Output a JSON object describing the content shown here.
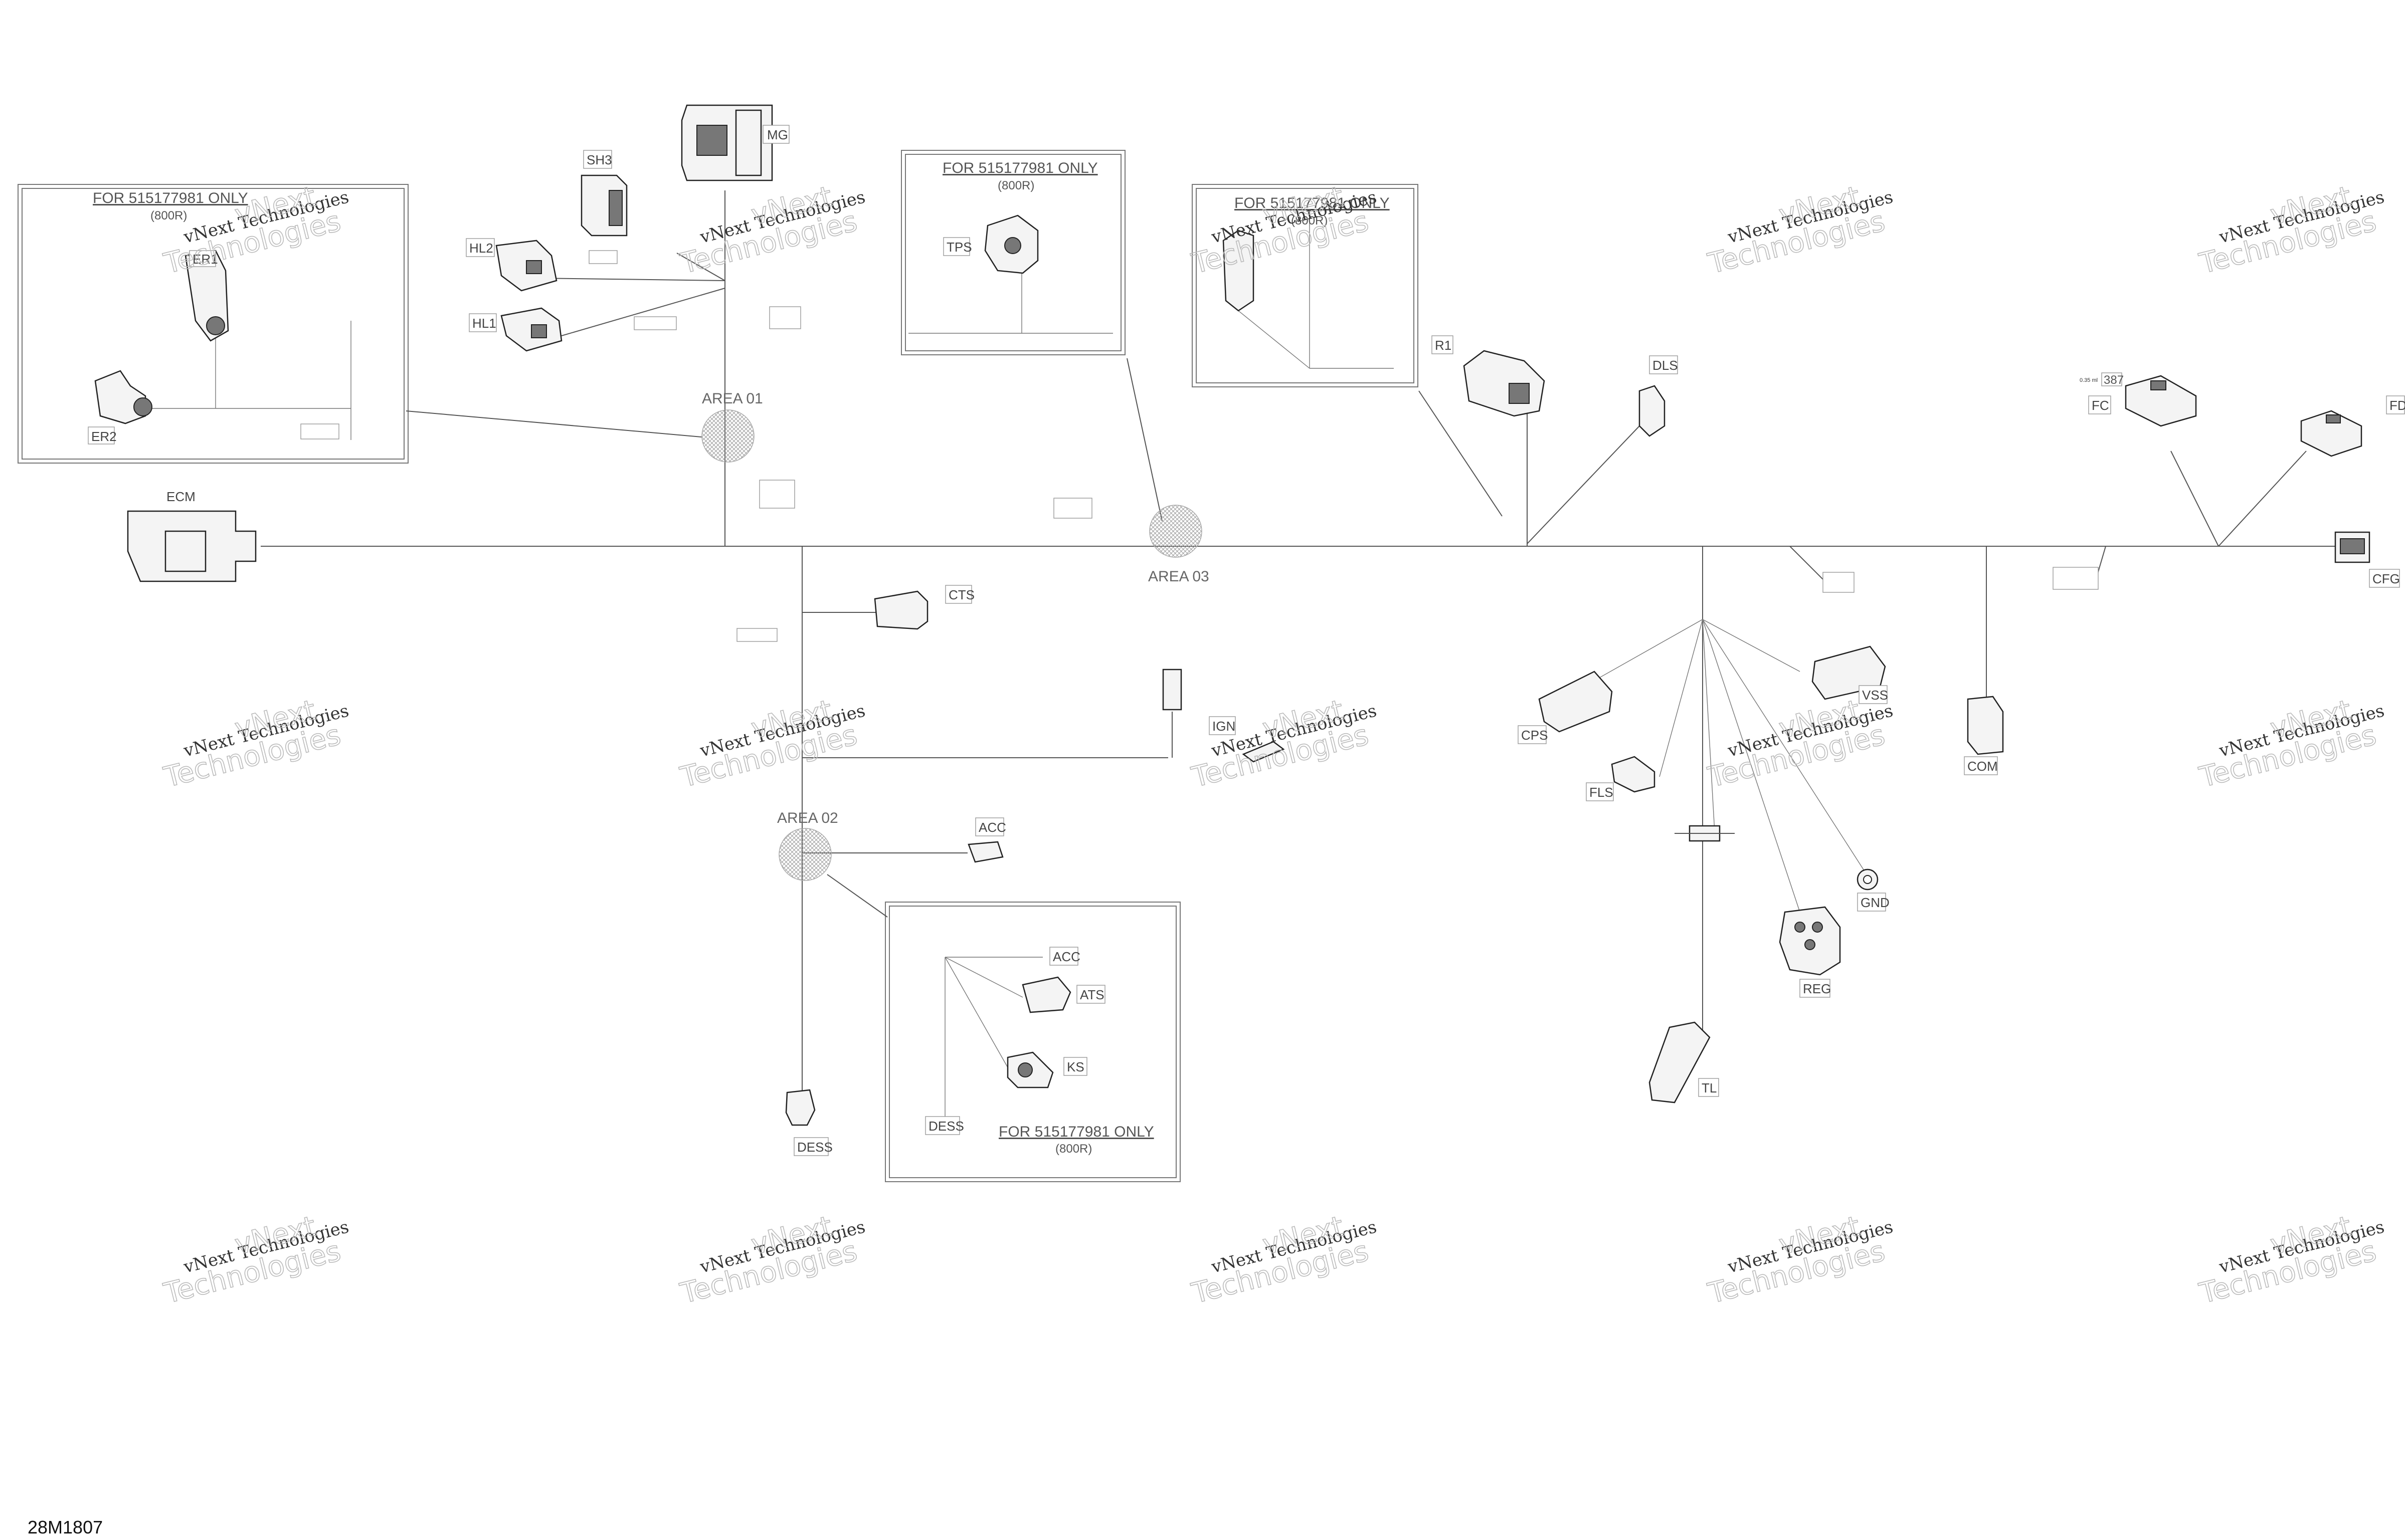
{
  "diagram_code": "28M1807",
  "notes": {
    "only_text": "FOR 515177981 ONLY",
    "variant": "(800R)"
  },
  "areas": {
    "area01": "AREA 01",
    "area02": "AREA 02",
    "area03": "AREA 03"
  },
  "connectors": {
    "mg": "MG",
    "sh3": "SH3",
    "hl2": "HL2",
    "hl1": "HL1",
    "er1": "ER1",
    "er2": "ER2",
    "ecm": "ECM",
    "tps": "TPS",
    "r1": "R1",
    "dls": "DLS",
    "fc": "FC",
    "fd": "FD",
    "cfg": "CFG",
    "cts": "CTS",
    "ign": "IGN",
    "acc": "ACC",
    "acc2": "ACC",
    "ats": "ATS",
    "ks": "KS",
    "dess": "DESS",
    "dess2": "DESS",
    "cps": "CPS",
    "vss": "VSS",
    "com": "COM",
    "fls": "FLS",
    "gnd": "GND",
    "reg": "REG",
    "tl": "TL"
  },
  "fc_tag": "0.35 ml",
  "fc_tag_num": "387",
  "watermark": {
    "line1": "vNext Technologies",
    "line2": "vNext",
    "line3": "Technologies"
  },
  "colors": {
    "wire": "#555555",
    "text": "#444444",
    "watermark_outline": "#bbbbbb"
  }
}
